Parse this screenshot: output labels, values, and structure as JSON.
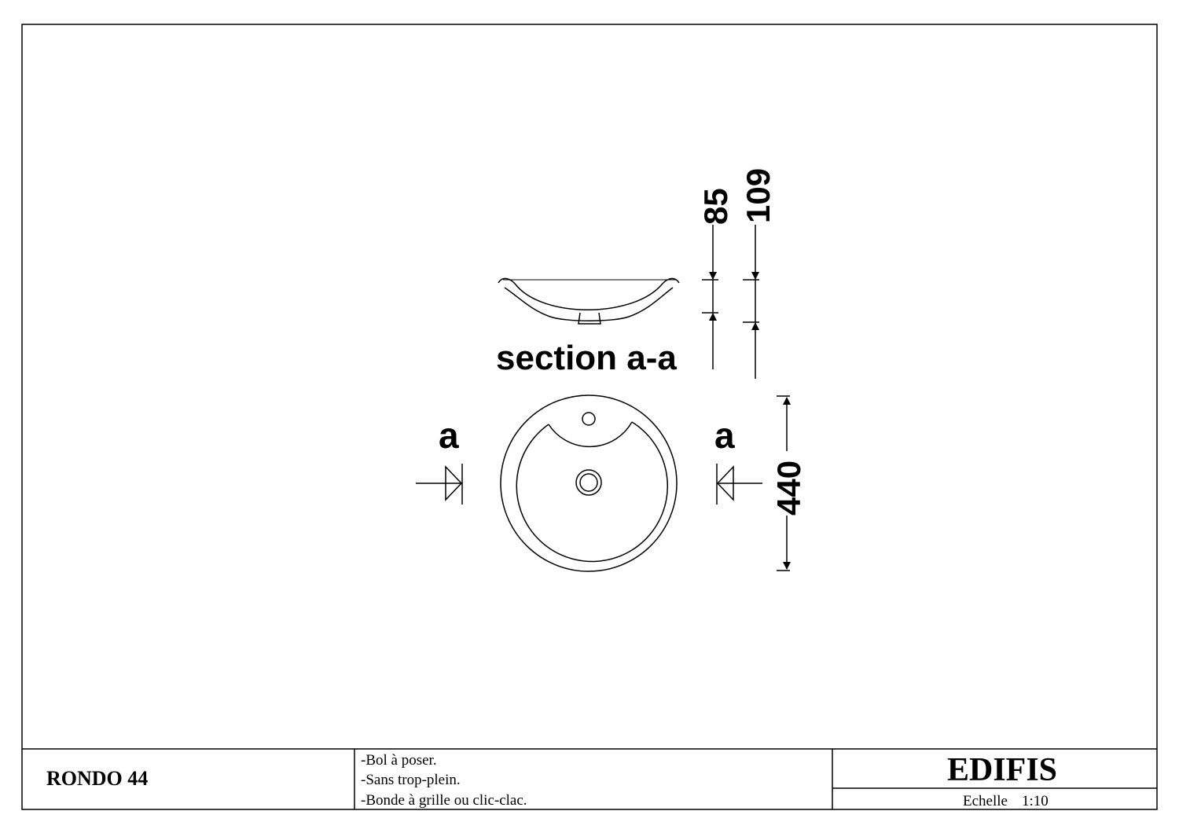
{
  "drawing": {
    "section_label": "section a-a",
    "section_marker": "a",
    "dimensions": {
      "depth_inner": "85",
      "height_total": "109",
      "diameter": "440"
    }
  },
  "title_block": {
    "model": "RONDO 44",
    "notes": [
      "-Bol à poser.",
      "-Sans trop-plein.",
      "-Bonde à grille ou clic-clac."
    ],
    "brand": "EDIFIS",
    "scale_label": "Echelle",
    "scale_value": "1:10"
  }
}
